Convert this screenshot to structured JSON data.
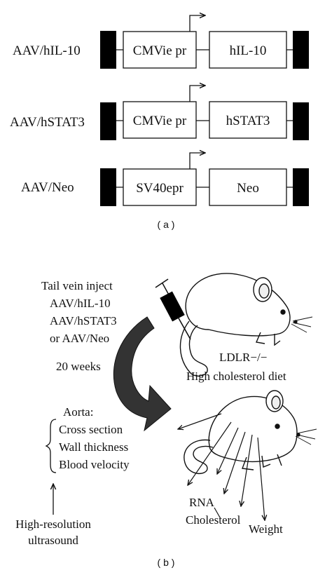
{
  "panel_a": {
    "label": "( a )",
    "constructs": [
      {
        "name": "AAV/hIL-10",
        "promoter": "CMVie pr",
        "gene": "hIL-10"
      },
      {
        "name": "AAV/hSTAT3",
        "promoter": "CMVie pr",
        "gene": "hSTAT3"
      },
      {
        "name": "AAV/Neo",
        "promoter": "SV40epr",
        "gene": "Neo"
      }
    ]
  },
  "panel_b": {
    "label": "( b )",
    "injection_lines": [
      "Tail vein inject",
      "AAV/hIL-10",
      "AAV/hSTAT3",
      "or AAV/Neo"
    ],
    "duration": "20 weeks",
    "mouse_strain": "LDLR−/−",
    "diet": "High cholesterol diet",
    "aorta_lines": [
      "Aorta:",
      "Cross section",
      "Wall thickness",
      "Blood velocity"
    ],
    "imaging_lines": [
      "High-resolution",
      "ultrasound"
    ],
    "outputs": {
      "rna": "RNA",
      "cholesterol": "Cholesterol",
      "weight": "Weight"
    }
  }
}
